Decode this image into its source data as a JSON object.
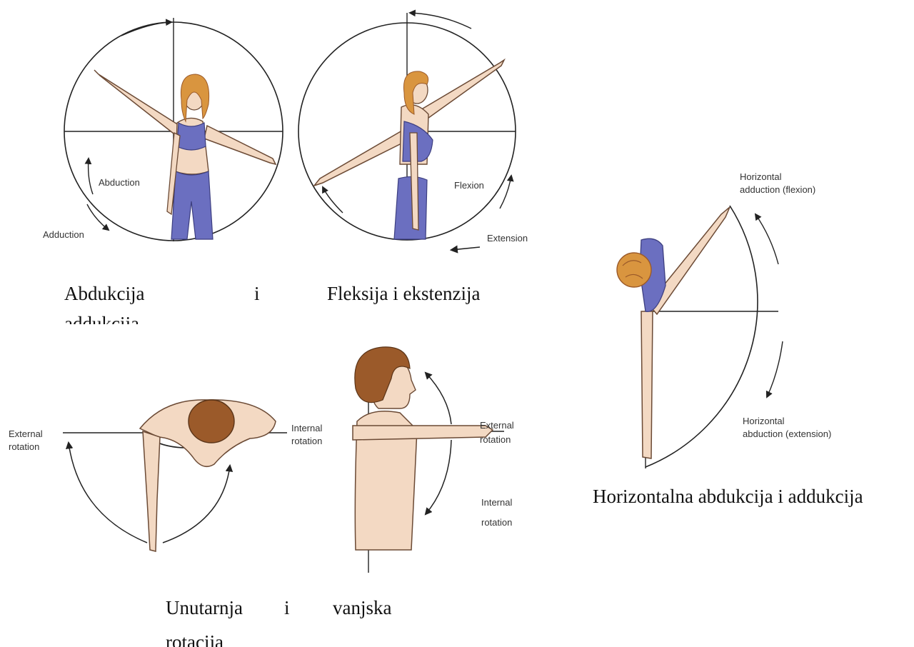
{
  "colors": {
    "skin": "#f3d9c3",
    "skin_outline": "#6b4a35",
    "clothing": "#6b6fc0",
    "hair_blonde": "#d9953f",
    "hair_brown": "#9b5a2a",
    "line": "#222222"
  },
  "figures": {
    "abduction": {
      "labels": {
        "abduction": "Abduction",
        "adduction": "Adduction"
      },
      "caption": {
        "word1": "Abdukcija",
        "word2": "i",
        "line2": "addukcija"
      }
    },
    "flexion": {
      "labels": {
        "flexion": "Flexion",
        "extension": "Extension"
      },
      "caption": "Fleksija i ekstenzija"
    },
    "horizontal": {
      "labels": {
        "adduction_line1": "Horizontal",
        "adduction_line2": "adduction (flexion)",
        "abduction_line1": "Horizontal",
        "abduction_line2": "abduction (extension)"
      },
      "caption": "Horizontalna abdukcija i addukcija"
    },
    "rotation_top": {
      "labels": {
        "external_line1": "External",
        "external_line2": "rotation",
        "internal_line1": "Internal",
        "internal_line2": "rotation"
      }
    },
    "rotation_side": {
      "labels": {
        "external_line1": "External",
        "external_line2": "rotation",
        "internal_line1": "Internal",
        "internal_line2": "rotation"
      }
    },
    "rotation_caption": {
      "word1": "Unutarnja",
      "word2": "i",
      "word3": "vanjska",
      "line2": "rotacija"
    }
  }
}
